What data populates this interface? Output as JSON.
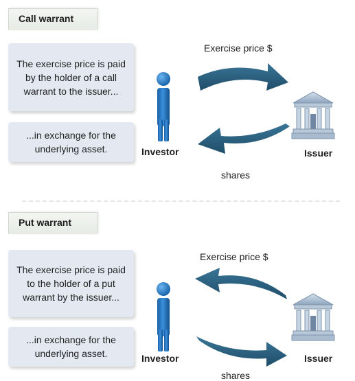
{
  "sections": [
    {
      "tab": "Call warrant",
      "box1": "The exercise price is paid by the holder of a call warrant to the issuer...",
      "box2": "...in exchange for the underlying asset.",
      "investor_label": "Investor",
      "issuer_label": "Issuer",
      "top_arrow_label": "Exercise price $",
      "bottom_arrow_label": "shares"
    },
    {
      "tab": "Put warrant",
      "box1": "The exercise price is paid to the holder of a put warrant by the issuer...",
      "box2": "...in exchange for the underlying asset.",
      "investor_label": "Investor",
      "issuer_label": "Issuer",
      "top_arrow_label": "Exercise price $",
      "bottom_arrow_label": "shares"
    }
  ],
  "colors": {
    "arrow": "#2b5f7e",
    "person": "#1e6fb8",
    "building": "#9fb3c9",
    "box": "#e3e8f1",
    "tab": "#e8ede6"
  },
  "icons": [
    "person-icon",
    "bank-building-icon",
    "curved-arrow-icon"
  ]
}
